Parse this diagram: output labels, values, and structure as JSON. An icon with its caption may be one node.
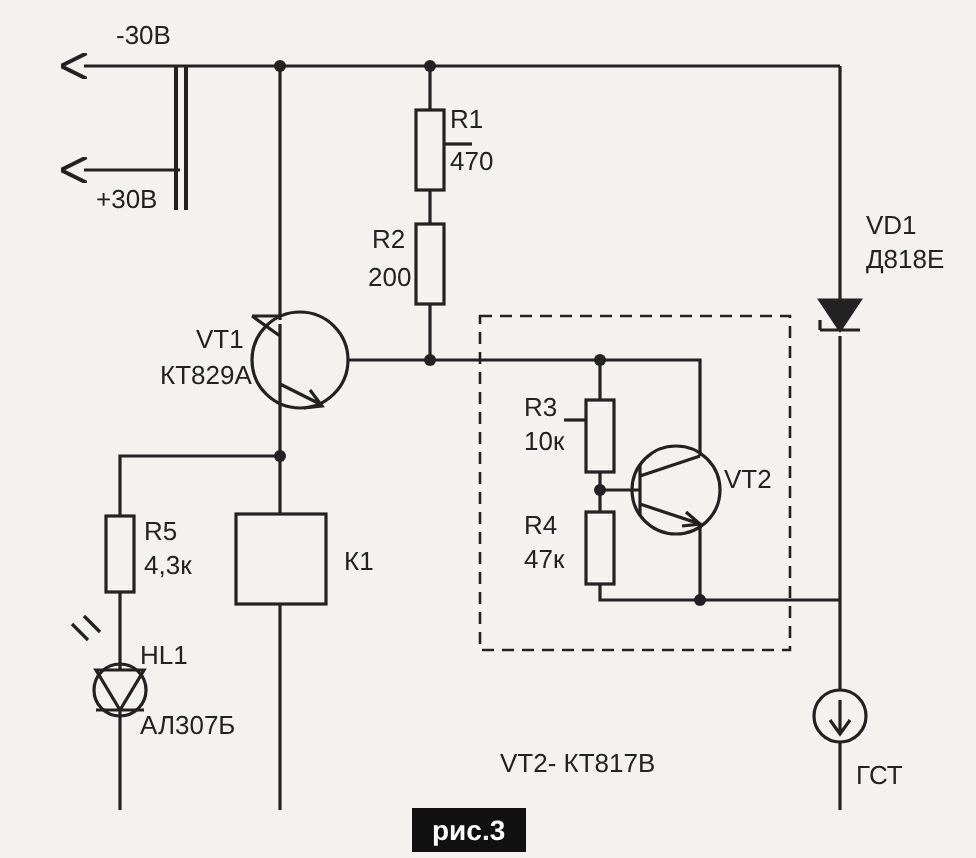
{
  "diagram": {
    "caption": "рис.3",
    "labels": [
      "-30В",
      "+30В",
      "R1",
      "470",
      "R2",
      "200",
      "VD1",
      "Д818Е",
      "VT1",
      "КТ829А",
      "R3",
      "10к",
      "VT2",
      "R4",
      "47к",
      "R5",
      "4,3к",
      "К1",
      "HL1",
      "АЛ307Б",
      "VT2- КТ817В",
      "ГСТ"
    ]
  }
}
